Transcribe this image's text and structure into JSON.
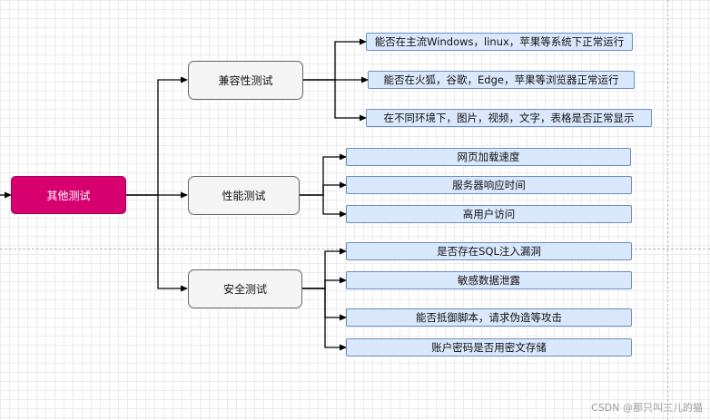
{
  "root": {
    "label": "其他测试"
  },
  "categories": [
    {
      "label": "兼容性测试",
      "items": [
        "能否在主流Windows，linux，苹果等系统下正常运行",
        "能否在火狐，谷歌，Edge，苹果等浏览器正常运行",
        "在不同环境下，图片，视频，文字，表格是否正常显示"
      ]
    },
    {
      "label": "性能测试",
      "items": [
        "网页加载速度",
        "服务器响应时间",
        "高用户访问"
      ]
    },
    {
      "label": "安全测试",
      "items": [
        "是否存在SQL注入漏洞",
        "敏感数据泄露",
        "能否抵御脚本，请求伪造等攻击",
        "账户密码是否用密文存储"
      ]
    }
  ],
  "watermark": "CSDN @那只叫三儿的猫",
  "colors": {
    "root_fill": "#d6006f",
    "category_fill": "#f5f5f5",
    "leaf_fill": "#dae8fc",
    "leaf_border": "#6c8ebf"
  }
}
